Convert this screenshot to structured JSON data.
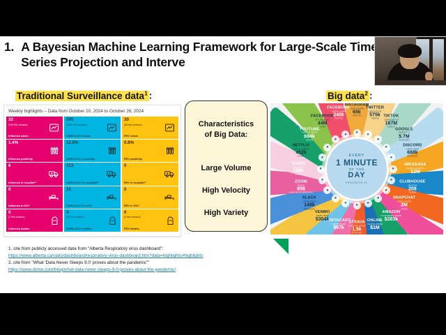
{
  "slide": {
    "title_number": "1.",
    "title_text": "A Bayesian Machine Learning Framework for Large-Scale Time Series Projection and Interve"
  },
  "headings": {
    "left": "Traditional Surveillance data",
    "left_sup": "1",
    "left_colon": ":",
    "right": "Big data",
    "right_sup": "2",
    "right_colon": ":"
  },
  "dashboard": {
    "title": "Weekly highlights – Data from October 20, 2024 to October 26, 2024",
    "cells": [
      {
        "value": "32",
        "sub": "330 this season",
        "label": "Influenza cases",
        "color": "flu",
        "icon": "trend-chart-icon"
      },
      {
        "value": "595",
        "sub": "4582 this season",
        "label": "SARS-CoV-2 cases",
        "color": "cov",
        "icon": "trend-chart-icon"
      },
      {
        "value": "30",
        "sub": "85 this season",
        "label": "RSV cases",
        "color": "rsv",
        "icon": "trend-chart-icon"
      },
      {
        "value": "1.4%",
        "sub": "",
        "label": "Influenza positivity",
        "color": "flu",
        "icon": "test-tubes-icon"
      },
      {
        "value": "12.6%",
        "sub": "",
        "label": "SARS-CoV-2 positivity",
        "color": "cov",
        "icon": "test-tubes-icon"
      },
      {
        "value": "0.8%",
        "sub": "",
        "label": "RSV positivity",
        "color": "rsv",
        "icon": "test-tubes-icon"
      },
      {
        "value": "6",
        "sub": "",
        "label": "Influenza in hospital**",
        "color": "flu",
        "icon": "ambulance-icon"
      },
      {
        "value": "313",
        "sub": "",
        "label": "SARS-CoV-2 in hospital**",
        "color": "cov",
        "icon": "ambulance-icon"
      },
      {
        "value": "0",
        "sub": "",
        "label": "RSV in hospital**",
        "color": "rsv",
        "icon": "ambulance-icon"
      },
      {
        "value": "0",
        "sub": "",
        "label": "Influenza in ICU*",
        "color": "flu",
        "icon": "hospital-bed-icon"
      },
      {
        "value": "15",
        "sub": "",
        "label": "SARS-CoV-2 in ICU*",
        "color": "cov",
        "icon": "hospital-bed-icon"
      },
      {
        "value": "0",
        "sub": "",
        "label": "RSV in ICU*",
        "color": "rsv",
        "icon": "hospital-bed-icon"
      },
      {
        "value": "0",
        "sub": "2 this season",
        "label": "Influenza deaths",
        "color": "flu",
        "icon": "gravestone-icon"
      },
      {
        "value": "4",
        "sub": "26 this season",
        "label": "SARS-CoV-2 deaths",
        "color": "cov",
        "icon": "gravestone-icon"
      },
      {
        "value": "0",
        "sub": "0 this season",
        "label": "RSV deaths",
        "color": "rsv",
        "icon": "gravestone-icon"
      }
    ]
  },
  "callout": {
    "title_line1": "Characteristics",
    "title_line2": "of Big Data:",
    "items": [
      "Large Volume",
      "High Velocity",
      "High Variety"
    ]
  },
  "infographic": {
    "hub": {
      "line1": "EVERY",
      "line2": "1 MINUTE",
      "line3": "OF THE",
      "line4": "DAY",
      "line5": "PRESENTED BY"
    },
    "spokes": [
      {
        "name": "INSTAGRAM",
        "desc": "USERS SHARE",
        "qty": "65k",
        "unit": "PHOTOS",
        "color": "#f2a93b",
        "text": "dark"
      },
      {
        "name": "TWITTER",
        "desc": "USERS POST",
        "qty": "575k",
        "unit": "TWEETS",
        "color": "#f6d38a",
        "text": "dark"
      },
      {
        "name": "TIKTOK",
        "desc": "USERS WATCH",
        "qty": "167M",
        "unit": "VIDEOS",
        "color": "#a9d8c8",
        "text": "dark"
      },
      {
        "name": "GOOGLE",
        "desc": "CONDUCTS",
        "qty": "5.7M",
        "unit": "SEARCHES",
        "color": "#b7dcef",
        "text": "dark"
      },
      {
        "name": "DISCORD",
        "desc": "USERS SEND",
        "qty": "668k",
        "unit": "MESSAGES",
        "color": "#f5a623",
        "text": "dark"
      },
      {
        "name": "IMESSAGE",
        "desc": "PEOPLE SEND AN",
        "qty": "12M",
        "unit": "",
        "color": "#1a87c9",
        "text": "light"
      },
      {
        "name": "CLUBHOUSE",
        "desc": "CREATES",
        "qty": "208",
        "unit": "ROOMS",
        "color": "#f2671f",
        "text": "light"
      },
      {
        "name": "SNAPCHAT",
        "desc": "USERS SHARE",
        "qty": "2M",
        "unit": "SNAPS",
        "color": "#ef4f9a",
        "text": "light"
      },
      {
        "name": "AMAZON",
        "desc": "CUSTOMERS SPEND",
        "qty": "$283k",
        "unit": "",
        "color": "#17a06a",
        "text": "light"
      },
      {
        "name": "ONLINE",
        "desc": "PEOPLE SPEND",
        "qty": "$1M",
        "unit": "",
        "color": "#1a6fb5",
        "text": "light"
      },
      {
        "name": "STRAVA",
        "desc": "ATHLETES SHARE",
        "qty": "1.5k",
        "unit": "ACTIVITIES",
        "color": "#ef5a2a",
        "text": "light"
      },
      {
        "name": "INSTACART",
        "desc": "USERS SPEND",
        "qty": "$67k",
        "unit": "",
        "color": "#f06fa8",
        "text": "light"
      },
      {
        "name": "VENMO",
        "desc": "USERS SEND",
        "qty": "$304k",
        "unit": "",
        "color": "#6fc3e8",
        "text": "dark"
      },
      {
        "name": "SLACK",
        "desc": "USERS SEND",
        "qty": "148k",
        "unit": "MESSAGES",
        "color": "#f5c542",
        "text": "dark"
      },
      {
        "name": "ZOOM",
        "desc": "HOSTS",
        "qty": "856",
        "unit": "MINUTES OF WEBINARS",
        "color": "#4a90d9",
        "text": "light"
      },
      {
        "name": "TEAMS",
        "desc": "CONNECTS",
        "qty": "100k",
        "unit": "USERS",
        "color": "#e8609f",
        "text": "light"
      },
      {
        "name": "NETFLIX",
        "desc": "USERS STREAM",
        "qty": "452k",
        "unit": "HOURS",
        "color": "#f7cfe0",
        "text": "dark"
      },
      {
        "name": "YOUTUBE",
        "desc": "USERS STREAM",
        "qty": "694k",
        "unit": "HOURS",
        "color": "#17a06a",
        "text": "light"
      },
      {
        "name": "FACEBOOK",
        "desc": "LIVE RECEIVES",
        "qty": "44M",
        "unit": "VIEWS",
        "color": "#8bc34a",
        "text": "dark"
      },
      {
        "name": "FACEBOOK",
        "desc": "USERS SHARE",
        "qty": "240k",
        "unit": "PHOTOS",
        "color": "#ef4f6b",
        "text": "light"
      }
    ]
  },
  "citations": {
    "line1": "1. cite from publicly accessed data from \"Alberta Respiratory virus dashboard\":",
    "url1": "https://www.alberta.ca/stats/dashboard/respiratory-virus-dashboard.htm?data=highlights#highlights",
    "line2": "2. cite from \"What 'Data Never Sleeps 9.0' proves about the pandemic\"\"",
    "url2": "https://www.domo.com/blog/what-data-never-sleeps-9-0-proves-about-the-pandemic/"
  }
}
